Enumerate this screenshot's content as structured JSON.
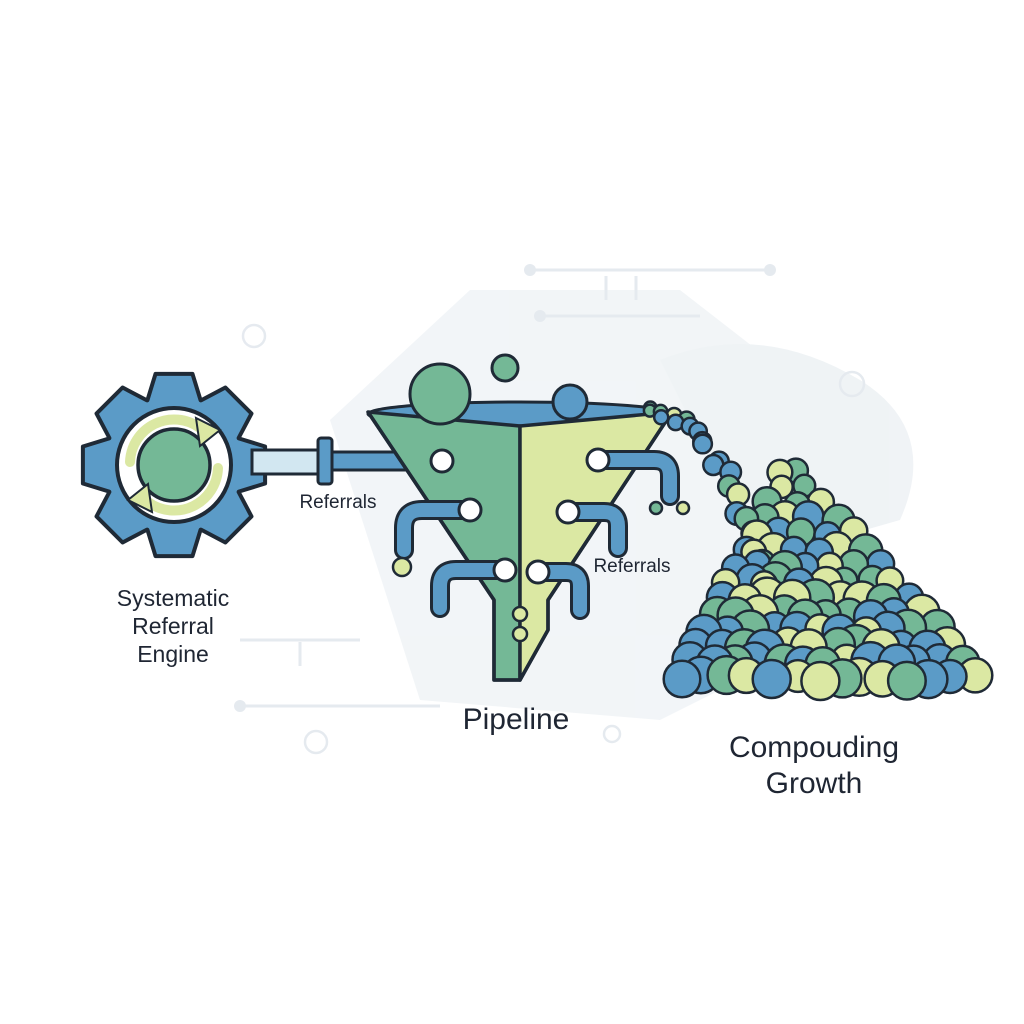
{
  "labels": {
    "engine": [
      "Systematic",
      "Referral",
      "Engine"
    ],
    "referrals_left": "Referrals",
    "referrals_right": "Referrals",
    "pipeline": "Pipeline",
    "growth": [
      "Compouding",
      "Growth"
    ]
  },
  "colors": {
    "outline": "#1f2a36",
    "blue": "#5b9bc7",
    "green": "#74b896",
    "lime": "#dbe8a3",
    "pale_blue": "#d2e7f1",
    "background_accent": "#eef2f6"
  },
  "icons": [
    "gear-icon",
    "cycle-arrows-icon",
    "funnel-icon",
    "pipe-icon",
    "ball-pile-icon"
  ]
}
